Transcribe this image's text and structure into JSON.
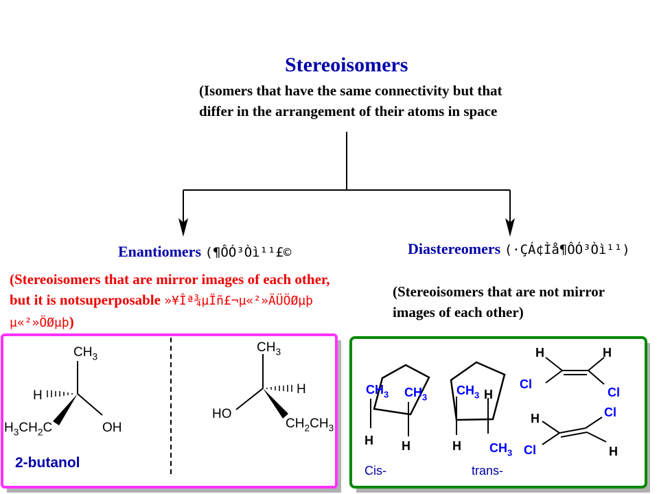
{
  "header": {
    "title": "Stereoisomers",
    "definition_line1": "(Isomers that have the same connectivity but that",
    "definition_line2": "differ in the arrangement of their atoms in space"
  },
  "enantiomers": {
    "title": "Enantiomers",
    "garbled_suffix": "(¶ÔÓ³Òì¹¹£©",
    "def_line1": "(Stereoisomers that are mirror images of each other,",
    "def_line2_text": "but it is notsuperposable ",
    "def_line2_garble": "»¥Îª¾µÏñ£¬µ«²»ÄÜÖØµþ",
    "def_line3_garble": "µ«²»ÖØµþ",
    "def_line3_close": ")",
    "example_label": "2-butanol",
    "left_molecule": {
      "top": "CH3",
      "left_h": "H",
      "bottom_left": "H3CH2C",
      "bottom_right": "OH"
    },
    "right_molecule": {
      "top": "CH3",
      "right_h": "H",
      "left": "HO",
      "bottom_right": "CH2CH3"
    }
  },
  "diastereomers": {
    "title": "Diastereomers",
    "garbled_suffix": "(·ÇÁ¢Ìå¶ÔÓ³Òì¹¹)",
    "def_line1": "(Stereoisomers that are not mirror",
    "def_line2": "images of each other)",
    "cis_label": "Cis-",
    "trans_label": "trans-",
    "cis_ring": {
      "ch3_a": "CH3",
      "ch3_b": "CH3",
      "h_a": "H",
      "h_b": "H"
    },
    "trans_ring": {
      "ch3_a": "CH3",
      "h_a": "H",
      "h_b": "H",
      "ch3_b": "CH3"
    },
    "alkene_top": {
      "h_left": "H",
      "h_right": "H",
      "cl_left": "Cl",
      "cl_right": "Cl"
    },
    "alkene_bottom": {
      "h_left": "H",
      "cl_right": "Cl",
      "cl_left": "Cl",
      "h_right": "H"
    }
  },
  "colors": {
    "title_blue": "#0000aa",
    "red_text": "#ee0000",
    "magenta_box": "#ff33ff",
    "green_box": "#008800",
    "shadow": "#b0b0b0",
    "substituent_blue": "#0000ff"
  }
}
